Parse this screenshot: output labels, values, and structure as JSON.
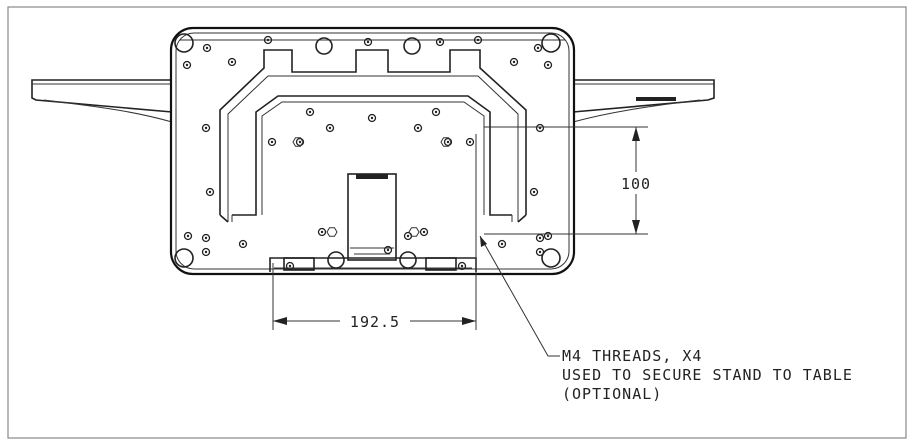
{
  "dimensions": {
    "horizontal": "192.5",
    "vertical": "100"
  },
  "callout": {
    "line1": "M4 THREADS, X4",
    "line2": "USED TO SECURE STAND TO TABLE",
    "line3": "(OPTIONAL)"
  },
  "colors": {
    "line": "#222222",
    "background": "#ffffff",
    "frame": "#888888"
  }
}
